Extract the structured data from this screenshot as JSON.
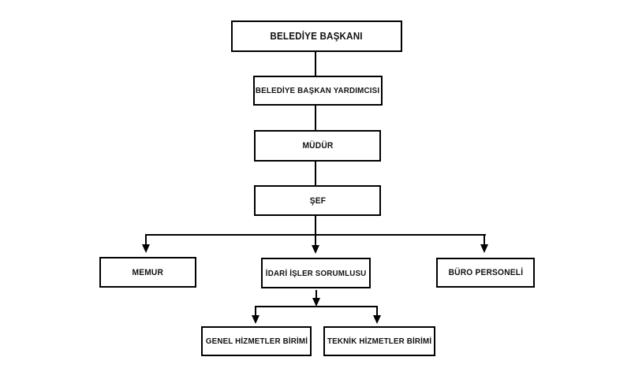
{
  "diagram": {
    "type": "org-chart",
    "nodes": [
      {
        "id": "baskan",
        "label": "BELEDİYE BAŞKANI"
      },
      {
        "id": "yardimci",
        "label": "BELEDİYE BAŞKAN YARDIMCISI"
      },
      {
        "id": "mudur",
        "label": "MÜDÜR"
      },
      {
        "id": "sef",
        "label": "ŞEF"
      },
      {
        "id": "memur",
        "label": "MEMUR"
      },
      {
        "id": "idari",
        "label": "İDARİ İŞLER SORUMLUSU"
      },
      {
        "id": "buro",
        "label": "BÜRO PERSONELİ"
      },
      {
        "id": "genel",
        "label": "GENEL HİZMETLER BİRİMİ"
      },
      {
        "id": "teknik",
        "label": "TEKNİK HİZMETLER BİRİMİ"
      }
    ],
    "edges": [
      {
        "from": "baskan",
        "to": "yardimci",
        "arrow": false
      },
      {
        "from": "yardimci",
        "to": "mudur",
        "arrow": false
      },
      {
        "from": "mudur",
        "to": "sef",
        "arrow": false
      },
      {
        "from": "sef",
        "to": "memur",
        "arrow": true
      },
      {
        "from": "sef",
        "to": "idari",
        "arrow": true
      },
      {
        "from": "sef",
        "to": "buro",
        "arrow": true
      },
      {
        "from": "idari",
        "to": "genel",
        "arrow": true
      },
      {
        "from": "idari",
        "to": "teknik",
        "arrow": true
      }
    ],
    "colors": {
      "line": "#000000",
      "box_border": "#000000",
      "box_background": "#ffffff",
      "text": "#111111",
      "page_background": "#ffffff"
    }
  }
}
